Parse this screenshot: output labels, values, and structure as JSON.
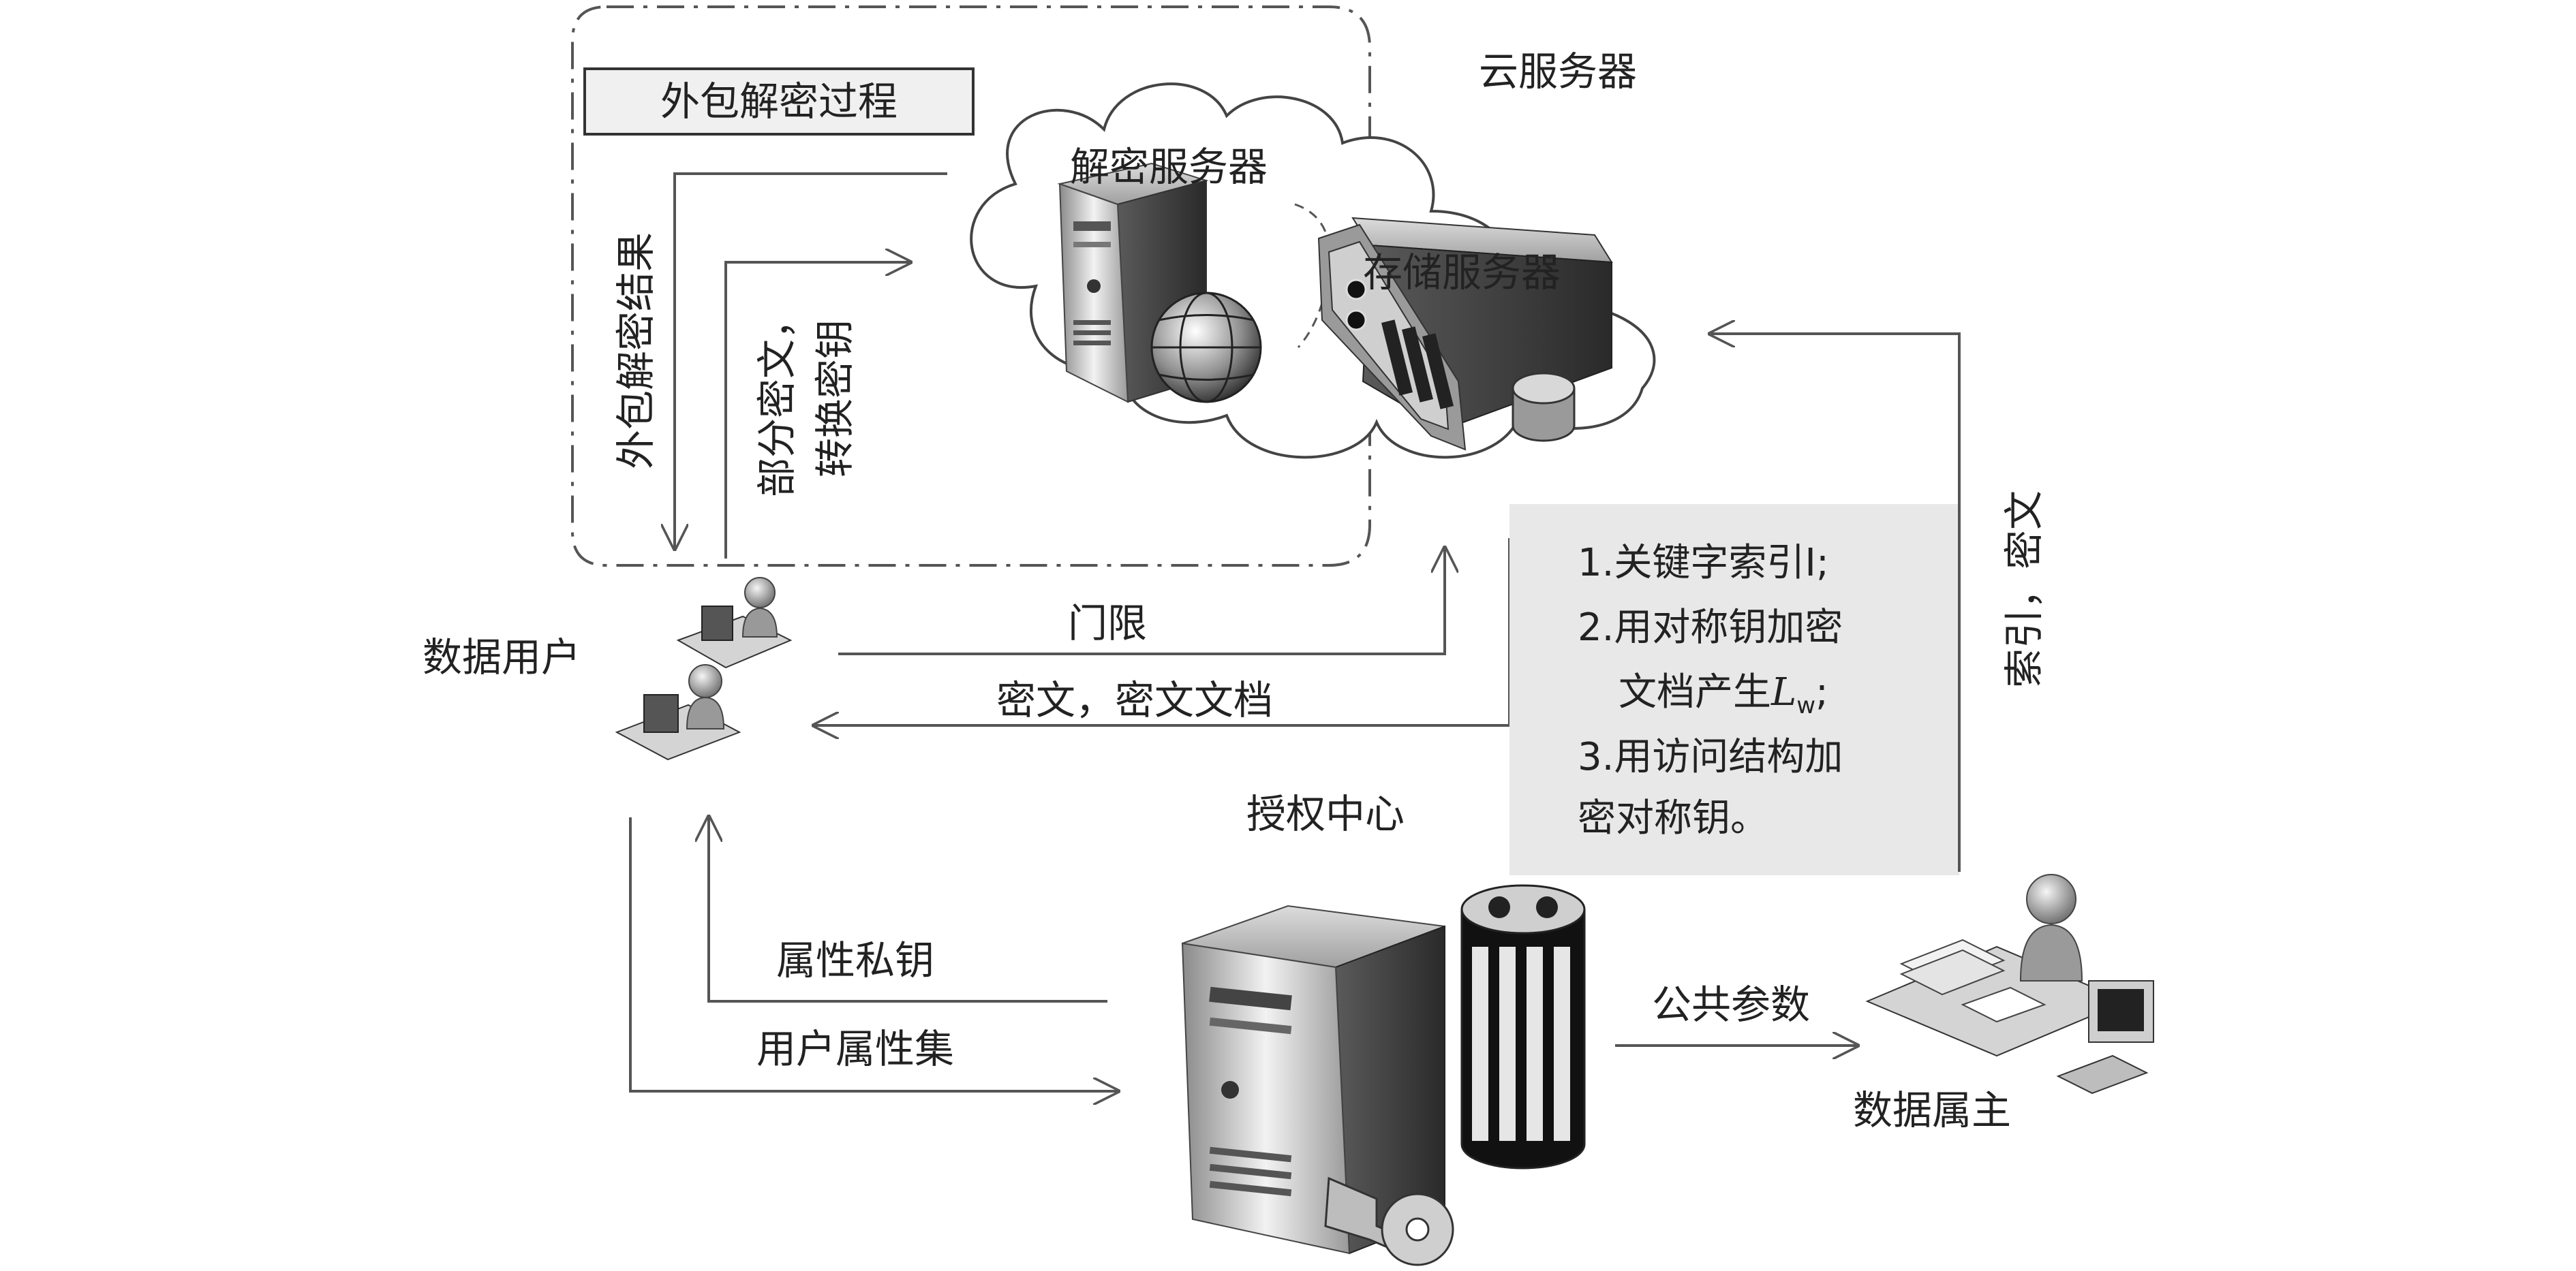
{
  "title_box": "外包解密过程",
  "cloud_label": "云服务器",
  "decrypt_server": "解密服务器",
  "storage_server": "存储服务器",
  "outsourced_result": "外包解密结果",
  "partial_ciphertext_line1": "部分密文，",
  "partial_ciphertext_line2": "转换密钥",
  "data_user": "数据用户",
  "threshold": "门限",
  "ciphertext_docs": "密文，密文文档",
  "owner_steps": {
    "line1": "1.关键字索引I;",
    "line2": "2.用对称钥加密",
    "line3_prefix": "文档产生",
    "line3_var": "L",
    "line3_sub": "w",
    "line3_suffix": ";",
    "line4": "3.用访问结构加",
    "line5": "密对称钥。"
  },
  "index_ciphertext": "索引，密文",
  "authority": "授权中心",
  "attr_private_key": "属性私钥",
  "user_attr_set": "用户属性集",
  "public_params": "公共参数",
  "data_owner": "数据属主",
  "colors": {
    "line": "#555555",
    "box_fill": "#e8e8e8",
    "text": "#222222"
  }
}
